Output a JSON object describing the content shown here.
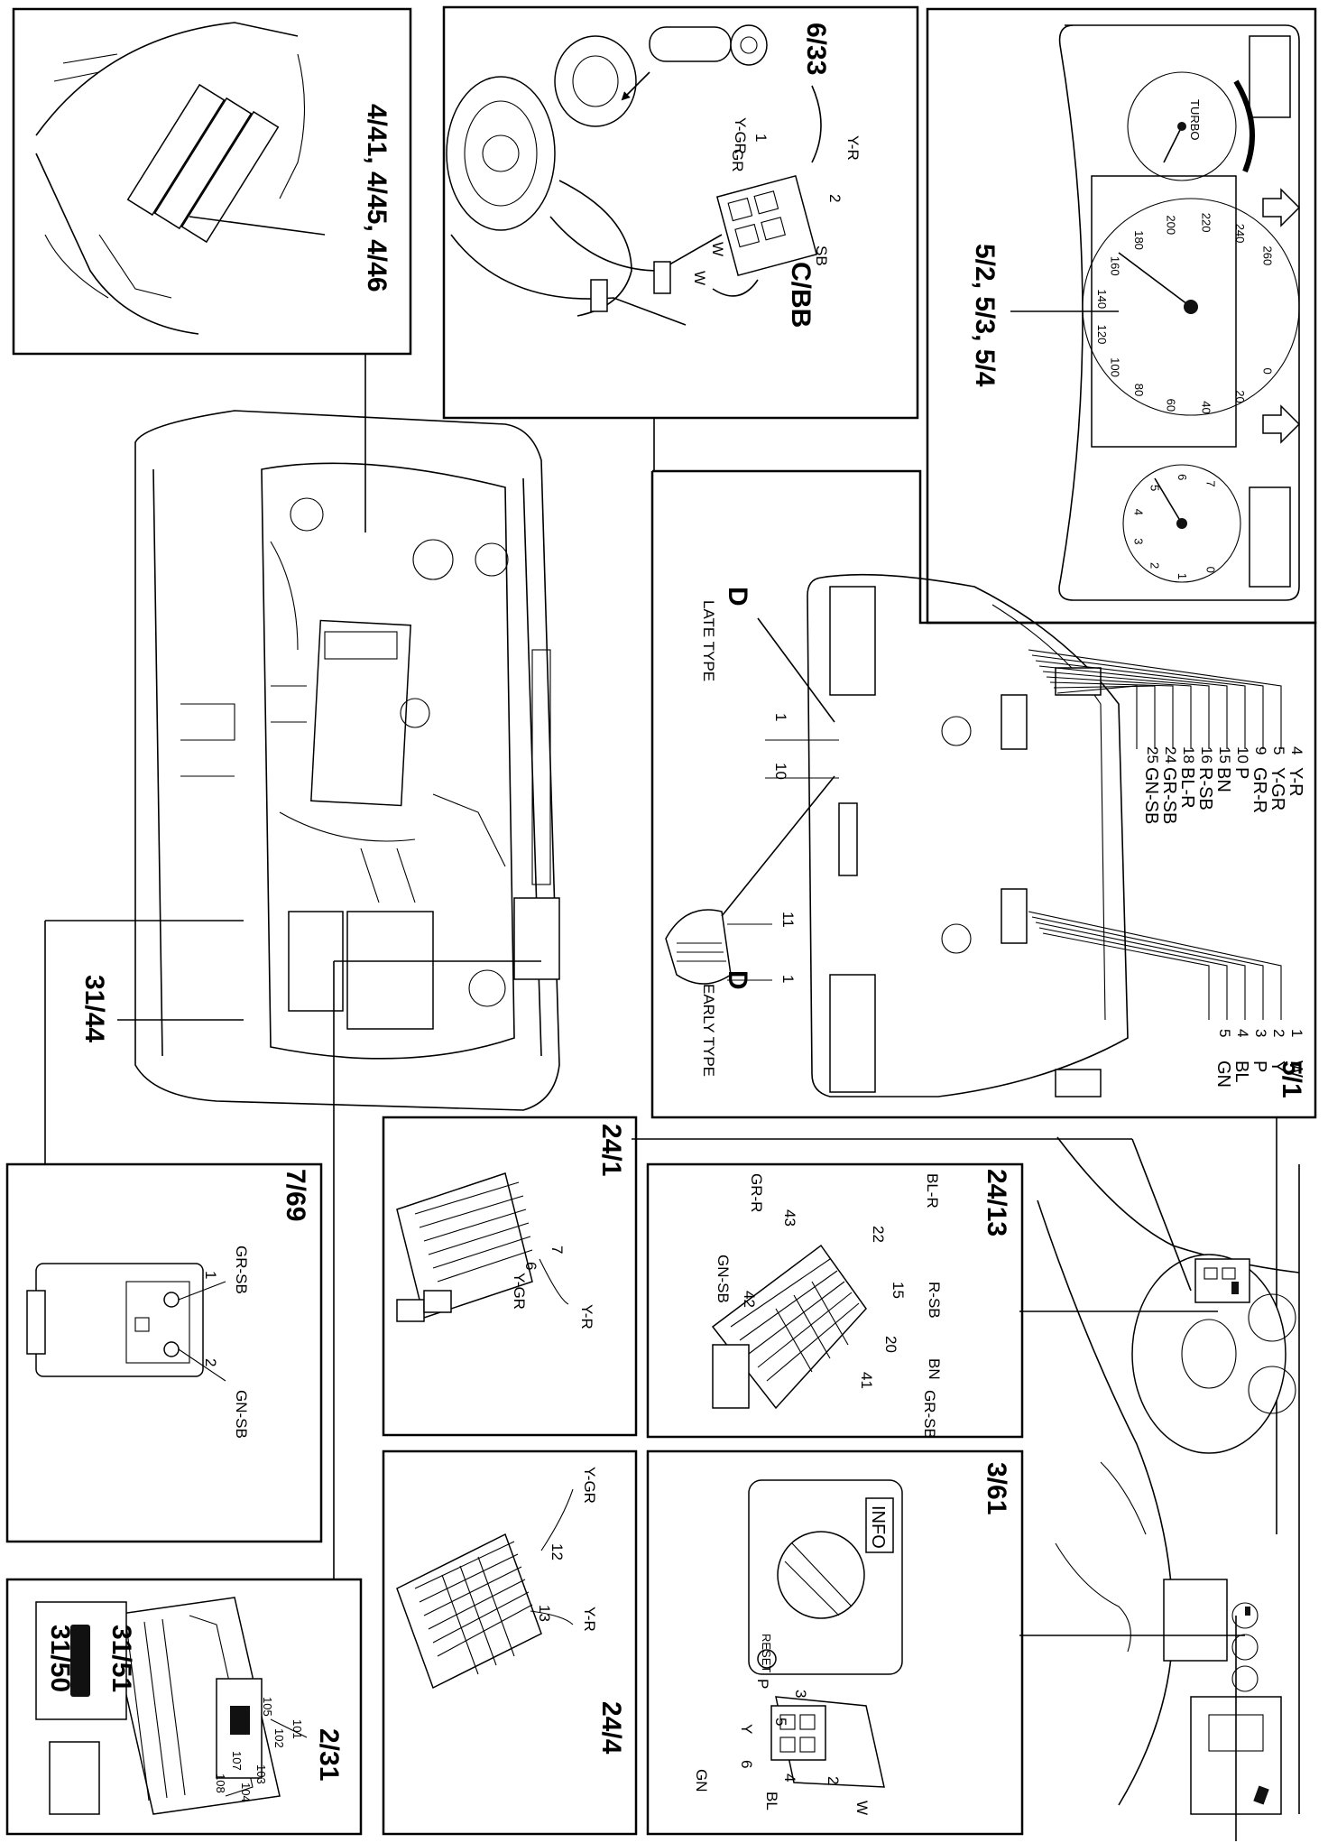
{
  "components": {
    "c_4_41": "4/41, 4/45, 4/46",
    "c_6_33": "6/33",
    "c_cbb": "C/BB",
    "c_5_2": "5/2, 5/3, 5/4",
    "c_5_1": "5/1",
    "c_31_44": "31/44",
    "c_7_69": "7/69",
    "c_24_1": "24/1",
    "c_24_13": "24/13",
    "c_24_4": "24/4",
    "c_3_61": "3/61",
    "c_2_31": "2/31",
    "c_31_51": "31/51",
    "c_31_50": "31/50"
  },
  "panel_6_33": {
    "wires": [
      {
        "color": "Y-GR",
        "pin": "1"
      },
      {
        "color": "Y-R",
        "pin": "2"
      },
      {
        "color": "GR",
        "pin": ""
      },
      {
        "color": "W",
        "pin": ""
      },
      {
        "color": "W",
        "pin": ""
      },
      {
        "color": "SB",
        "pin": ""
      }
    ]
  },
  "panel_5_1": {
    "late_type": "LATE TYPE",
    "early_type": "EARLY TYPE",
    "connector_letter": "D",
    "late_pins": [
      "1",
      "10"
    ],
    "early_pins": [
      "11",
      "1"
    ],
    "upper_wires": [
      {
        "pin": "4",
        "color": "Y-R"
      },
      {
        "pin": "5",
        "color": "Y-GR"
      },
      {
        "pin": "9",
        "color": "GR-R"
      },
      {
        "pin": "10",
        "color": "P"
      },
      {
        "pin": "15",
        "color": "BN"
      },
      {
        "pin": "16",
        "color": "R-SB"
      },
      {
        "pin": "18",
        "color": "BL-R"
      },
      {
        "pin": "24",
        "color": "GR-SB"
      },
      {
        "pin": "25",
        "color": "GN-SB"
      }
    ],
    "lower_wires": [
      {
        "pin": "1",
        "color": "W"
      },
      {
        "pin": "2",
        "color": "Y"
      },
      {
        "pin": "3",
        "color": "P"
      },
      {
        "pin": "4",
        "color": "BL"
      },
      {
        "pin": "5",
        "color": "GN"
      }
    ]
  },
  "panel_5_2": {
    "speed_ticks": [
      "0",
      "20",
      "40",
      "60",
      "80",
      "100",
      "120",
      "140",
      "160",
      "180",
      "200",
      "220",
      "240",
      "260"
    ],
    "rpm_ticks": [
      "0",
      "1",
      "2",
      "3",
      "4",
      "5",
      "6",
      "7"
    ],
    "turbo_label": "TURBO"
  },
  "panel_7_69": {
    "wires": [
      {
        "pin": "1",
        "color": "GR-SB"
      },
      {
        "pin": "2",
        "color": "GN-SB"
      }
    ]
  },
  "panel_24_1": {
    "wires": [
      {
        "pin": "7",
        "color": "Y-R"
      },
      {
        "pin": "6",
        "color": "Y-GR"
      }
    ]
  },
  "panel_24_13": {
    "wires": [
      {
        "pin": "43",
        "color": "GR-R"
      },
      {
        "pin": "22",
        "color": "BL-R"
      },
      {
        "pin": "15",
        "color": "R-SB"
      },
      {
        "pin": "20",
        "color": "BN"
      },
      {
        "pin": "41",
        "color": "GR-SB"
      },
      {
        "pin": "42",
        "color": "GN-SB"
      }
    ]
  },
  "panel_24_4": {
    "wires": [
      {
        "pin": "12",
        "color": "Y-GR"
      },
      {
        "pin": "13",
        "color": "Y-R"
      }
    ]
  },
  "panel_3_61": {
    "info_label": "INFO",
    "reset_label": "RESET",
    "wires": [
      {
        "pin": "3",
        "color": "P"
      },
      {
        "pin": "5",
        "color": "Y"
      },
      {
        "pin": "6",
        "color": "GN"
      },
      {
        "pin": "4",
        "color": "BL"
      },
      {
        "pin": "2",
        "color": "W"
      }
    ]
  },
  "panel_2_31": {
    "slots": [
      "101",
      "102",
      "103",
      "104",
      "105",
      "107",
      "108"
    ]
  }
}
